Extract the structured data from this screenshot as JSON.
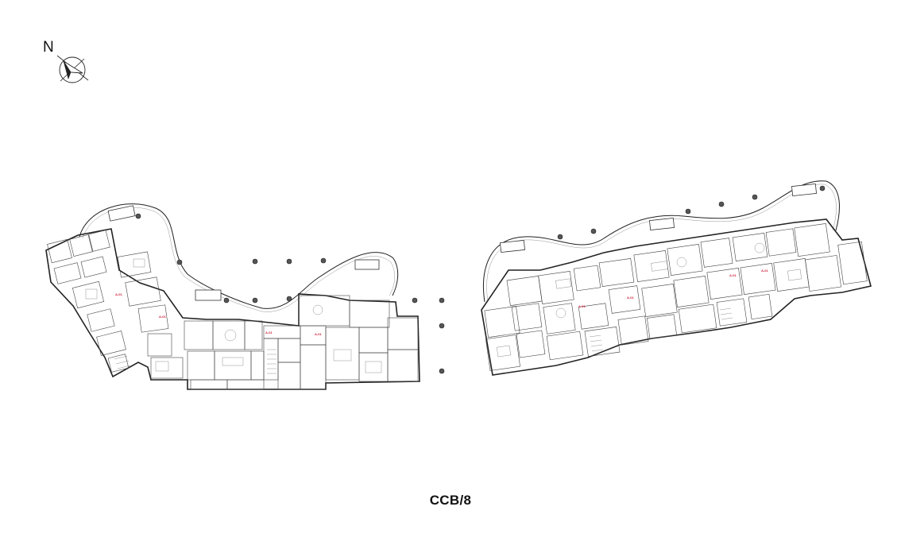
{
  "compass": {
    "label": "N",
    "icon": "north-arrow-icon"
  },
  "drawing_title": "CCB/8",
  "colors": {
    "line": "#222222",
    "unit_tag": "#d0203a",
    "background": "#ffffff"
  },
  "west_wing": {
    "unit_tags": [
      "A-01",
      "A-01",
      "A-01",
      "A-01"
    ]
  },
  "east_wing": {
    "unit_tags": [
      "A-01",
      "A-01",
      "A-01",
      "A-01"
    ]
  }
}
